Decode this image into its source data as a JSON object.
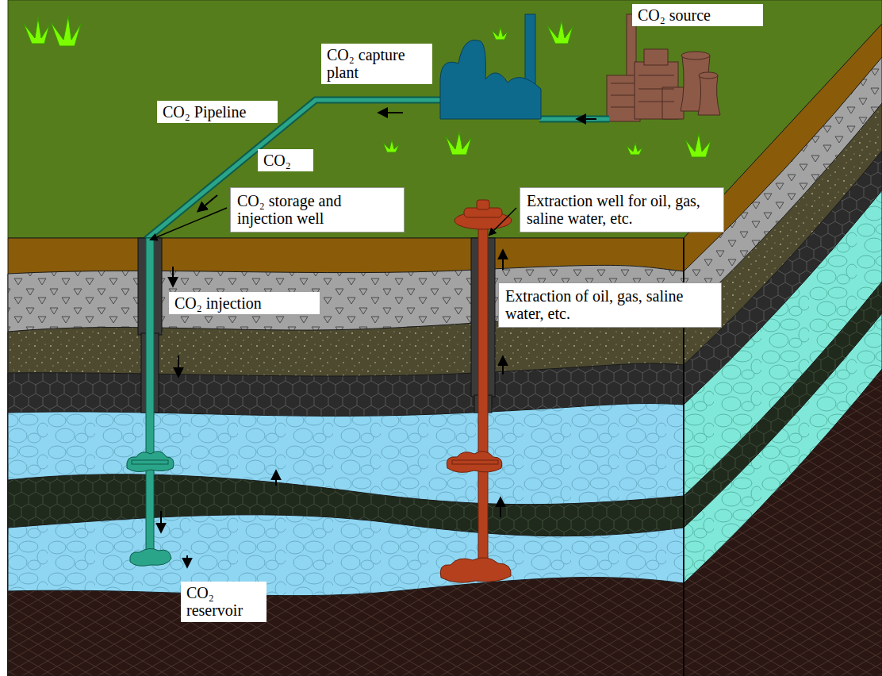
{
  "diagram": {
    "nodes": [
      {
        "text": [
          "CO₂ source"
        ]
      },
      {
        "text": [
          "CO₂ capture plant"
        ]
      },
      {
        "text": [
          "CO₂ Pipeline"
        ]
      },
      {
        "text": [
          "CO₂"
        ]
      },
      {
        "text": [
          "CO₂ storage and injection well"
        ]
      },
      {
        "text": [
          "Extraction well for oil, gas, saline water, etc."
        ]
      },
      {
        "text": [
          "CO₂ injection"
        ]
      },
      {
        "text": [
          "Extraction of oil, gas, saline water, etc."
        ]
      },
      {
        "text": [
          "CO₂ reservoir"
        ]
      }
    ]
  }
}
